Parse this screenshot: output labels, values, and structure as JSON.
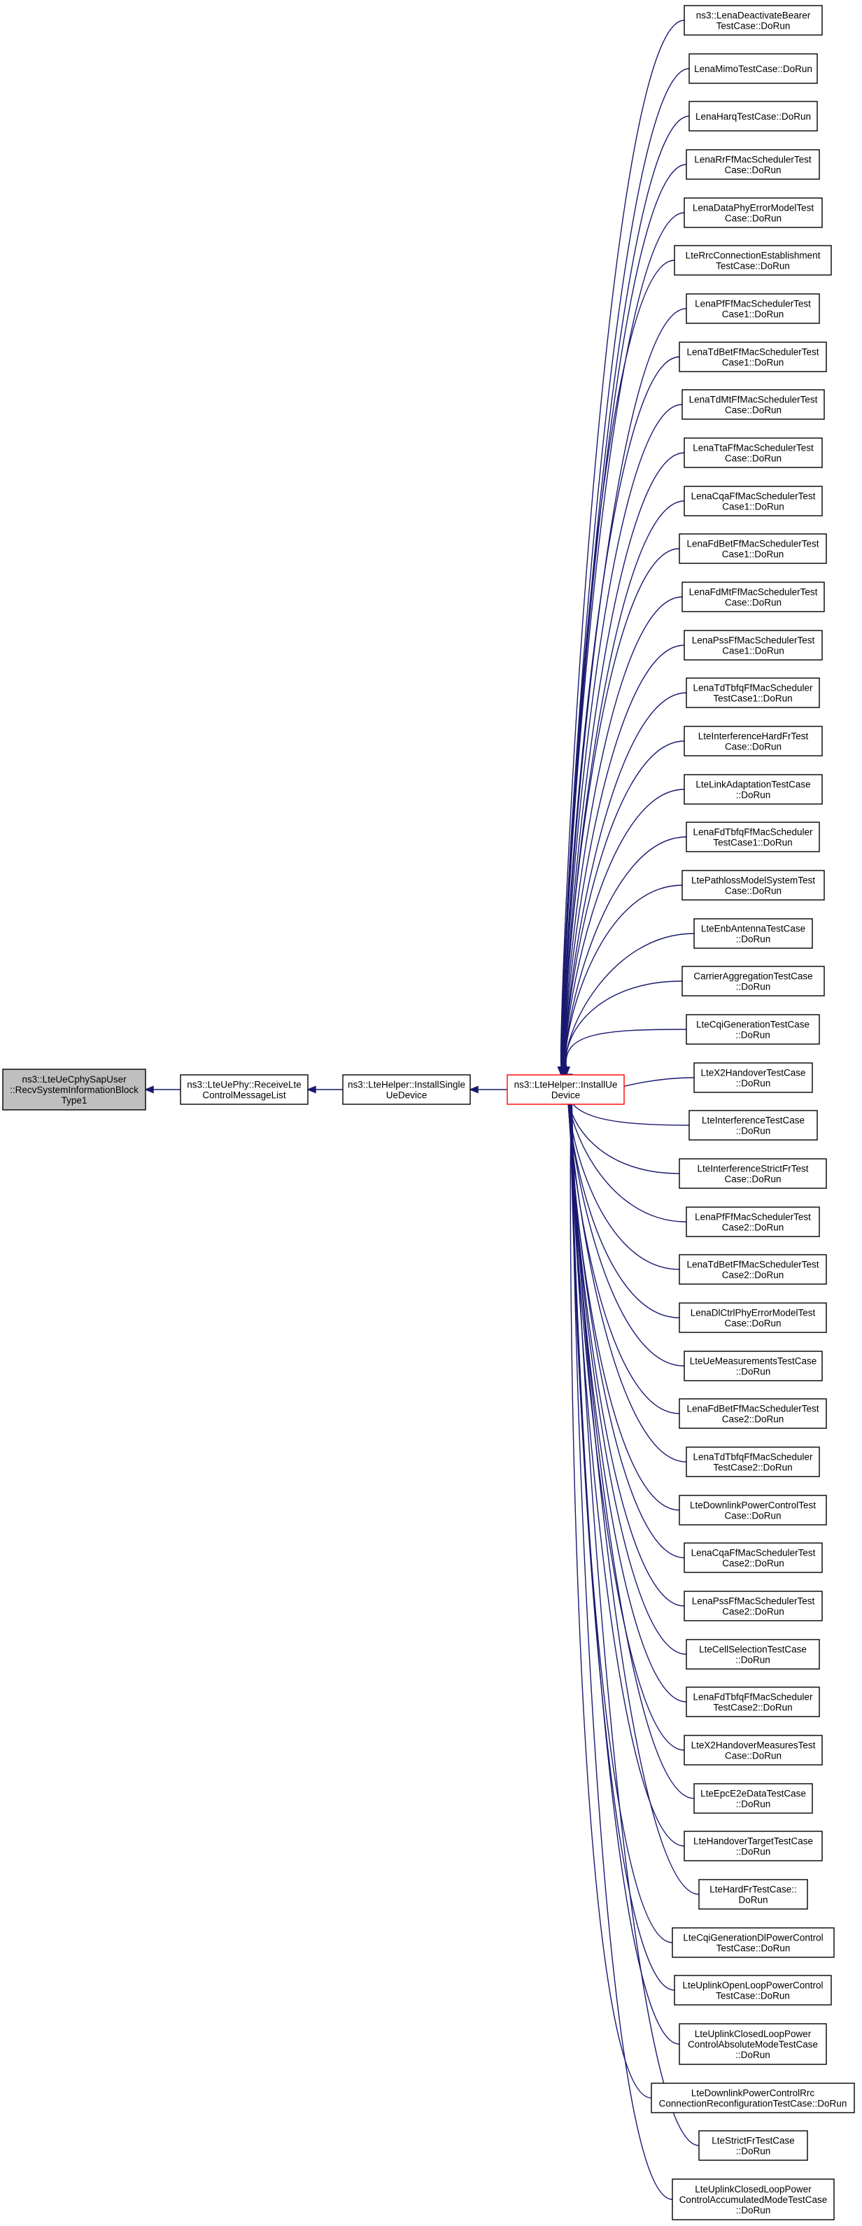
{
  "colors": {
    "edge": "#191970",
    "node_border": "#000000",
    "focus_fill": "#bfbfbf",
    "target_border": "#ff0000",
    "background": "#ffffff"
  },
  "diagram": {
    "focus": {
      "id": "n0",
      "lines": [
        "ns3::LteUeCphySapUser",
        "::RecvSystemInformationBlock",
        "Type1"
      ]
    },
    "chain": [
      {
        "id": "n1",
        "lines": [
          "ns3::LteUePhy::ReceiveLte",
          "ControlMessageList"
        ]
      },
      {
        "id": "n2",
        "lines": [
          "ns3::LteHelper::InstallSingle",
          "UeDevice"
        ]
      },
      {
        "id": "n3",
        "lines": [
          "ns3::LteHelper::InstallUe",
          "Device"
        ]
      }
    ],
    "callers": [
      {
        "lines": [
          "ns3::LenaDeactivateBearer",
          "TestCase::DoRun"
        ]
      },
      {
        "lines": [
          "LenaMimoTestCase::DoRun"
        ]
      },
      {
        "lines": [
          "LenaHarqTestCase::DoRun"
        ]
      },
      {
        "lines": [
          "LenaRrFfMacSchedulerTest",
          "Case::DoRun"
        ]
      },
      {
        "lines": [
          "LenaDataPhyErrorModelTest",
          "Case::DoRun"
        ]
      },
      {
        "lines": [
          "LteRrcConnectionEstablishment",
          "TestCase::DoRun"
        ]
      },
      {
        "lines": [
          "LenaPfFfMacSchedulerTest",
          "Case1::DoRun"
        ]
      },
      {
        "lines": [
          "LenaTdBetFfMacSchedulerTest",
          "Case1::DoRun"
        ]
      },
      {
        "lines": [
          "LenaTdMtFfMacSchedulerTest",
          "Case::DoRun"
        ]
      },
      {
        "lines": [
          "LenaTtaFfMacSchedulerTest",
          "Case::DoRun"
        ]
      },
      {
        "lines": [
          "LenaCqaFfMacSchedulerTest",
          "Case1::DoRun"
        ]
      },
      {
        "lines": [
          "LenaFdBetFfMacSchedulerTest",
          "Case1::DoRun"
        ]
      },
      {
        "lines": [
          "LenaFdMtFfMacSchedulerTest",
          "Case::DoRun"
        ]
      },
      {
        "lines": [
          "LenaPssFfMacSchedulerTest",
          "Case1::DoRun"
        ]
      },
      {
        "lines": [
          "LenaTdTbfqFfMacScheduler",
          "TestCase1::DoRun"
        ]
      },
      {
        "lines": [
          "LteInterferenceHardFrTest",
          "Case::DoRun"
        ]
      },
      {
        "lines": [
          "LteLinkAdaptationTestCase",
          "::DoRun"
        ]
      },
      {
        "lines": [
          "LenaFdTbfqFfMacScheduler",
          "TestCase1::DoRun"
        ]
      },
      {
        "lines": [
          "LtePathlossModelSystemTest",
          "Case::DoRun"
        ]
      },
      {
        "lines": [
          "LteEnbAntennaTestCase",
          "::DoRun"
        ]
      },
      {
        "lines": [
          "CarrierAggregationTestCase",
          "::DoRun"
        ]
      },
      {
        "lines": [
          "LteCqiGenerationTestCase",
          "::DoRun"
        ]
      },
      {
        "lines": [
          "LteX2HandoverTestCase",
          "::DoRun"
        ]
      },
      {
        "lines": [
          "LteInterferenceTestCase",
          "::DoRun"
        ]
      },
      {
        "lines": [
          "LteInterferenceStrictFrTest",
          "Case::DoRun"
        ]
      },
      {
        "lines": [
          "LenaPfFfMacSchedulerTest",
          "Case2::DoRun"
        ]
      },
      {
        "lines": [
          "LenaTdBetFfMacSchedulerTest",
          "Case2::DoRun"
        ]
      },
      {
        "lines": [
          "LenaDlCtrlPhyErrorModelTest",
          "Case::DoRun"
        ]
      },
      {
        "lines": [
          "LteUeMeasurementsTestCase",
          "::DoRun"
        ]
      },
      {
        "lines": [
          "LenaFdBetFfMacSchedulerTest",
          "Case2::DoRun"
        ]
      },
      {
        "lines": [
          "LenaTdTbfqFfMacScheduler",
          "TestCase2::DoRun"
        ]
      },
      {
        "lines": [
          "LteDownlinkPowerControlTest",
          "Case::DoRun"
        ]
      },
      {
        "lines": [
          "LenaCqaFfMacSchedulerTest",
          "Case2::DoRun"
        ]
      },
      {
        "lines": [
          "LenaPssFfMacSchedulerTest",
          "Case2::DoRun"
        ]
      },
      {
        "lines": [
          "LteCellSelectionTestCase",
          "::DoRun"
        ]
      },
      {
        "lines": [
          "LenaFdTbfqFfMacScheduler",
          "TestCase2::DoRun"
        ]
      },
      {
        "lines": [
          "LteX2HandoverMeasuresTest",
          "Case::DoRun"
        ]
      },
      {
        "lines": [
          "LteEpcE2eDataTestCase",
          "::DoRun"
        ]
      },
      {
        "lines": [
          "LteHandoverTargetTestCase",
          "::DoRun"
        ]
      },
      {
        "lines": [
          "LteHardFrTestCase::",
          "DoRun"
        ]
      },
      {
        "lines": [
          "LteCqiGenerationDlPowerControl",
          "TestCase::DoRun"
        ]
      },
      {
        "lines": [
          "LteUplinkOpenLoopPowerControl",
          "TestCase::DoRun"
        ]
      },
      {
        "lines": [
          "LteUplinkClosedLoopPower",
          "ControlAbsoluteModeTestCase",
          "::DoRun"
        ]
      },
      {
        "lines": [
          "LteDownlinkPowerControlRrc",
          "ConnectionReconfigurationTestCase::DoRun"
        ]
      },
      {
        "lines": [
          "LteStrictFrTestCase",
          "::DoRun"
        ]
      },
      {
        "lines": [
          "LteUplinkClosedLoopPower",
          "ControlAccumulatedModeTestCase",
          "::DoRun"
        ]
      }
    ]
  }
}
